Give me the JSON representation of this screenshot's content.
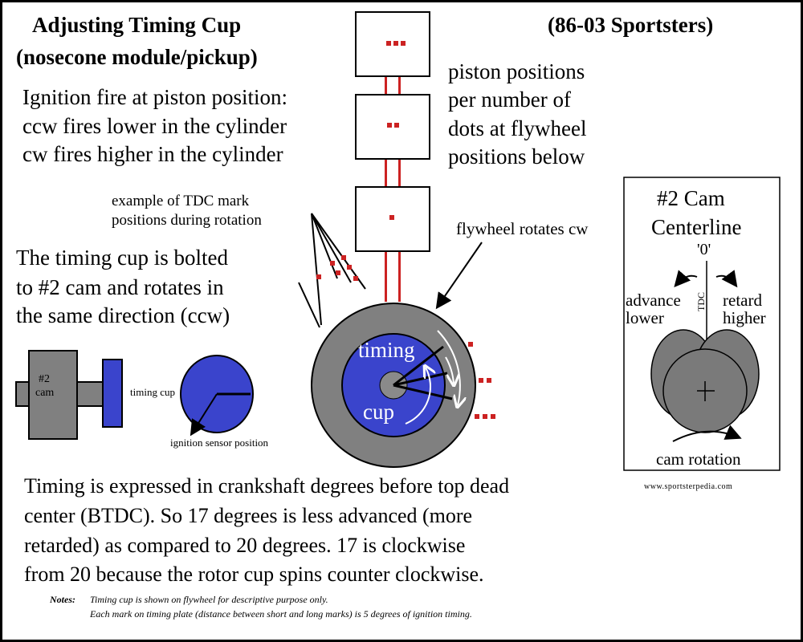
{
  "header": {
    "title_line1": "Adjusting Timing Cup",
    "title_line2": "(nosecone module/pickup)",
    "models": "(86-03 Sportsters)"
  },
  "ignition_text": {
    "line1": "Ignition fire at piston position:",
    "line2": "ccw fires lower in the cylinder",
    "line3": "cw fires higher  in the cylinder"
  },
  "piston_text": {
    "line1": "piston positions",
    "line2": "per number of",
    "line3": "dots at flywheel",
    "line4": "positions below"
  },
  "tdc_example": {
    "line1": "example of TDC mark",
    "line2": "positions during rotation"
  },
  "flywheel_label": "flywheel rotates cw",
  "timing_cup_text": {
    "line1": "The timing cup is bolted",
    "line2": "to #2 cam and rotates in",
    "line3": "the same direction (ccw)"
  },
  "cam_assembly": {
    "cam_label_1": "#2",
    "cam_label_2": "cam",
    "timing_cup_label": "timing cup",
    "sensor_label": "ignition sensor position"
  },
  "timing_cup_on_flywheel": {
    "word1": "timing",
    "word2": "cup"
  },
  "cam_box": {
    "title_line1": "#2 Cam",
    "title_line2": "Centerline",
    "zero": "'0'",
    "tdc": "TDC",
    "advance_line1": "advance",
    "advance_line2": "lower",
    "retard_line1": "retard",
    "retard_line2": "higher",
    "rotation": "cam rotation"
  },
  "website": "www.sportsterpedia.com",
  "explanation": {
    "line1": "Timing is expressed in crankshaft degrees before top dead",
    "line2": "center (BTDC). So 17 degrees is less advanced (more",
    "line3": "retarded) as compared to 20 degrees.  17 is  clockwise",
    "line4": "from 20 because the rotor cup spins counter clockwise."
  },
  "notes": {
    "label": "Notes:",
    "line1": "Timing cup is shown on flywheel for descriptive purpose only.",
    "line2": "Each mark on timing plate (distance between short and long marks) is 5 degrees of ignition timing."
  },
  "colors": {
    "mark_red": "#cc2222",
    "cup_blue": "#3a44cc",
    "flywheel_gray": "#808080",
    "cam_gray": "#7a7a7a"
  }
}
